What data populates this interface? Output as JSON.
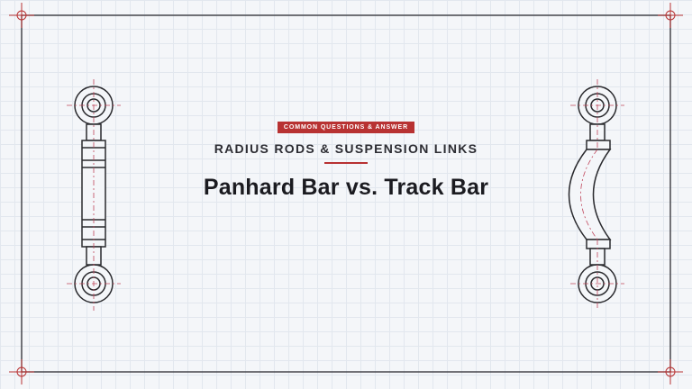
{
  "header": {
    "badge": "COMMON QUESTIONS & ANSWER",
    "subtitle": "RADIUS RODS & SUSPENSION LINKS",
    "title": "Panhard Bar vs. Track Bar"
  },
  "colors": {
    "accent": "#b83232",
    "ink": "#2a2a2e",
    "centerline": "#c0455a",
    "grid": "#e2e7ee",
    "background": "#f4f6f9"
  },
  "illustrations": {
    "left": "straight-panhard-bar",
    "right": "bent-track-bar"
  }
}
